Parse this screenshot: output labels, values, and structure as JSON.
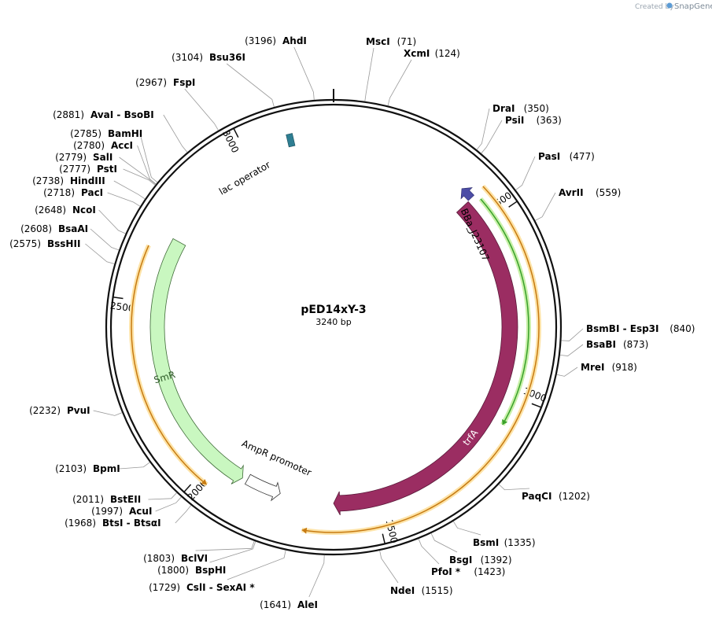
{
  "credit": {
    "prefix": "Created by",
    "brand": "SnapGene"
  },
  "plasmid": {
    "name": "pED14xY-3",
    "length_bp": 3240,
    "length_label": "3240 bp"
  },
  "ticks": [
    {
      "bp": 500,
      "label": "500"
    },
    {
      "bp": 1000,
      "label": "1000"
    },
    {
      "bp": 1500,
      "label": "1500"
    },
    {
      "bp": 2000,
      "label": "2000"
    },
    {
      "bp": 2500,
      "label": "2500"
    },
    {
      "bp": 3000,
      "label": "3000"
    }
  ],
  "features": [
    {
      "name": "lac operator",
      "label": "lac operator",
      "kind": "box",
      "start": 3115,
      "end": 3132,
      "color": "#2e7e92"
    },
    {
      "name": "BBa_J23107",
      "label": "BBa_J23107",
      "kind": "small-arrow",
      "start": 385,
      "end": 421,
      "strand": -1,
      "color": "#4c4da6"
    },
    {
      "name": "trfA",
      "label": "trfA",
      "kind": "arrow",
      "start": 423,
      "end": 1620,
      "strand": 1,
      "color": "#9b2d62"
    },
    {
      "name": "AmpR promoter",
      "label": "AmpR promoter",
      "kind": "arrow",
      "start": 1780,
      "end": 1885,
      "strand": -1,
      "color": "#ffffff"
    },
    {
      "name": "SmR",
      "label": "SmR",
      "kind": "arrow",
      "start": 1900,
      "end": 2690,
      "strand": -1,
      "color": "#c9f7c0"
    },
    {
      "name": "orf-green",
      "label": "",
      "kind": "orf",
      "start": 440,
      "end": 1080,
      "strand": 1,
      "color": "#39a12b"
    },
    {
      "name": "orf-orange-right",
      "label": "",
      "kind": "orf",
      "start": 420,
      "end": 1700,
      "strand": 1,
      "color": "#c77b12"
    },
    {
      "name": "orf-orange-left",
      "label": "",
      "kind": "orf",
      "start": 1970,
      "end": 2645,
      "strand": -1,
      "color": "#c77b12"
    }
  ],
  "sites": [
    {
      "name": "MscI",
      "pos": "(71)",
      "bp": 71
    },
    {
      "name": "XcmI",
      "pos": "(124)",
      "bp": 124
    },
    {
      "name": "DraI",
      "pos": "(350)",
      "bp": 350
    },
    {
      "name": "PsiI",
      "pos": "(363)",
      "bp": 363
    },
    {
      "name": "PasI",
      "pos": "(477)",
      "bp": 477
    },
    {
      "name": "AvrII",
      "pos": "(559)",
      "bp": 559
    },
    {
      "name": "BsmBI - Esp3I",
      "pos": "(840)",
      "bp": 840
    },
    {
      "name": "BsaBI",
      "pos": "(873)",
      "bp": 873
    },
    {
      "name": "MreI",
      "pos": "(918)",
      "bp": 918
    },
    {
      "name": "PaqCI",
      "pos": "(1202)",
      "bp": 1202
    },
    {
      "name": "BsmI",
      "pos": "(1335)",
      "bp": 1335
    },
    {
      "name": "BsgI",
      "pos": "(1392)",
      "bp": 1392
    },
    {
      "name": "PfoI *",
      "pos": "(1423)",
      "bp": 1423
    },
    {
      "name": "NdeI",
      "pos": "(1515)",
      "bp": 1515
    },
    {
      "name": "AleI",
      "pos": "(1641)",
      "bp": 1641
    },
    {
      "name": "CslI - SexAI *",
      "pos": "(1729)",
      "bp": 1729
    },
    {
      "name": "BspHI",
      "pos": "(1800)",
      "bp": 1800
    },
    {
      "name": "BclVI",
      "pos": "(1803)",
      "bp": 1803
    },
    {
      "name": "BtsI - BtsαI",
      "pos": "(1968)",
      "bp": 1968
    },
    {
      "name": "AcuI",
      "pos": "(1997)",
      "bp": 1997
    },
    {
      "name": "BstEII",
      "pos": "(2011)",
      "bp": 2011
    },
    {
      "name": "BpmI",
      "pos": "(2103)",
      "bp": 2103
    },
    {
      "name": "PvuI",
      "pos": "(2232)",
      "bp": 2232
    },
    {
      "name": "BssHII",
      "pos": "(2575)",
      "bp": 2575
    },
    {
      "name": "BsaAI",
      "pos": "(2608)",
      "bp": 2608
    },
    {
      "name": "NcoI",
      "pos": "(2648)",
      "bp": 2648
    },
    {
      "name": "PacI",
      "pos": "(2718)",
      "bp": 2718
    },
    {
      "name": "HindIII",
      "pos": "(2738)",
      "bp": 2738
    },
    {
      "name": "PstI",
      "pos": "(2777)",
      "bp": 2777
    },
    {
      "name": "SalI",
      "pos": "(2779)",
      "bp": 2779
    },
    {
      "name": "AccI",
      "pos": "(2780)",
      "bp": 2780
    },
    {
      "name": "BamHI",
      "pos": "(2785)",
      "bp": 2785
    },
    {
      "name": "AvaI - BsoBI",
      "pos": "(2881)",
      "bp": 2881
    },
    {
      "name": "FspI",
      "pos": "(2967)",
      "bp": 2967
    },
    {
      "name": "Bsu36I",
      "pos": "(3104)",
      "bp": 3104
    },
    {
      "name": "AhdI",
      "pos": "(3196)",
      "bp": 3196
    }
  ]
}
